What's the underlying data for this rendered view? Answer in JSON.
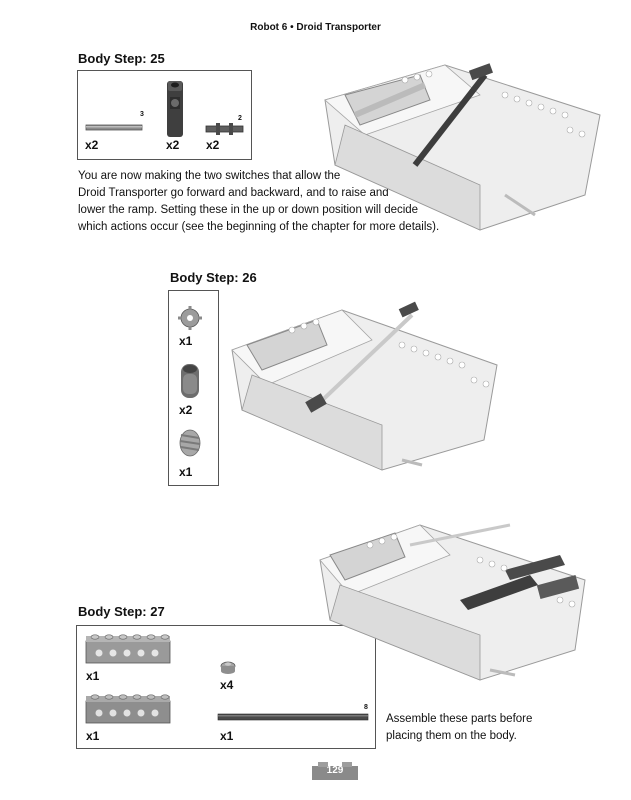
{
  "header": "Robot 6 • Droid Transporter",
  "step25": {
    "title": "Body Step: 25",
    "parts": [
      {
        "icon": "axle-3-icon",
        "size": "3",
        "qty": "x2"
      },
      {
        "icon": "beam-connector-icon",
        "qty": "x2"
      },
      {
        "icon": "axle-2-icon",
        "size": "2",
        "qty": "x2"
      }
    ],
    "description": [
      "You are now making the two switches that allow the",
      "Droid Transporter go forward and backward, and to raise and",
      "lower the ramp. Setting these in the up or down position will decide",
      "which actions occur (see the beginning of the chapter for more details)."
    ]
  },
  "step26": {
    "title": "Body Step: 26",
    "parts": [
      {
        "icon": "small-gear-icon",
        "qty": "x1"
      },
      {
        "icon": "bushing-icon",
        "qty": "x2"
      },
      {
        "icon": "worm-gear-icon",
        "qty": "x1"
      }
    ]
  },
  "step27": {
    "title": "Body Step: 27",
    "parts": [
      {
        "icon": "brick-1x6-icon",
        "qty": "x1"
      },
      {
        "icon": "round-plate-icon",
        "qty": "x4"
      },
      {
        "icon": "technic-beam-1x6-icon",
        "qty": "x1"
      },
      {
        "icon": "axle-8-icon",
        "size": "8",
        "qty": "x1"
      }
    ],
    "note": [
      "Assemble these parts before",
      "placing them on the body."
    ]
  },
  "page_number": "129",
  "colors": {
    "part_dark": "#4a4a4a",
    "part_gray": "#8c8c8c",
    "model_light": "#e8e8e8",
    "badge": "#8a8a8a"
  }
}
